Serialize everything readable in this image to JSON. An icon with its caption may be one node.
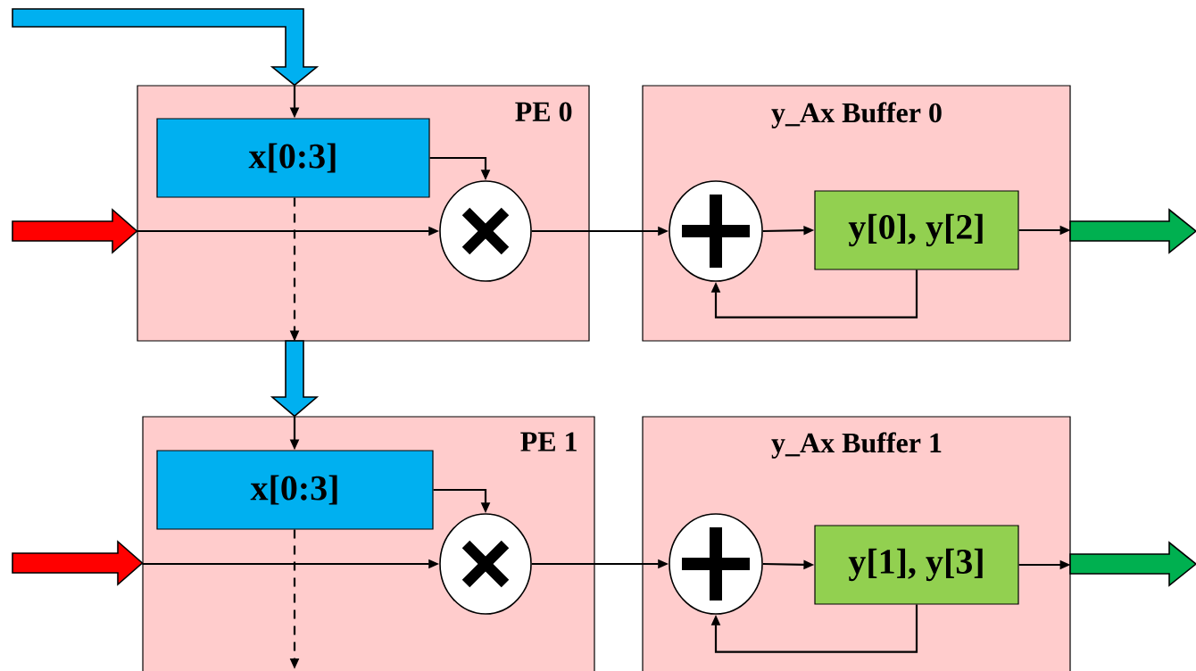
{
  "diagram": {
    "nodes": [
      {
        "text": [
          "PE 0"
        ]
      },
      {
        "text": [
          "x[0:3]"
        ],
        "in": 0
      },
      {
        "text": [],
        "shape": "circle",
        "in": 0
      },
      {
        "text": [
          "y_Ax Buffer 0"
        ]
      },
      {
        "text": [],
        "shape": "circle",
        "in": 3
      },
      {
        "text": [
          "y[0], y[2]"
        ],
        "in": 3
      },
      {
        "text": [
          "PE 1"
        ]
      },
      {
        "text": [
          "x[0:3]"
        ],
        "in": 6
      },
      {
        "text": [],
        "shape": "circle",
        "in": 6
      },
      {
        "text": [
          "y_Ax Buffer 1"
        ]
      },
      {
        "text": [],
        "shape": "circle",
        "in": 9
      },
      {
        "text": [
          "y[1], y[3]"
        ],
        "in": 9
      }
    ],
    "edges": [
      {
        "from": null,
        "to": 0,
        "arrow": "to",
        "style": "thick",
        "color": "#00b0f0"
      },
      {
        "from": 0,
        "to": 1,
        "arrow": "to"
      },
      {
        "from": 1,
        "to": 2,
        "arrow": "to"
      },
      {
        "from": null,
        "to": 0,
        "arrow": "to",
        "style": "thick",
        "color": "#ff0000"
      },
      {
        "from": 0,
        "to": 2,
        "arrow": "to"
      },
      {
        "from": 2,
        "to": 4,
        "arrow": "to"
      },
      {
        "from": 4,
        "to": 5,
        "arrow": "to"
      },
      {
        "from": 5,
        "to": 4,
        "arrow": "to"
      },
      {
        "from": 5,
        "to": 3,
        "arrow": "to"
      },
      {
        "from": 3,
        "to": null,
        "arrow": "to",
        "style": "thick",
        "color": "#00b050"
      },
      {
        "from": 1,
        "to": 0,
        "arrow": "to",
        "style": "dashed"
      },
      {
        "from": 0,
        "to": 6,
        "arrow": "to",
        "style": "thick",
        "color": "#00b0f0"
      },
      {
        "from": 6,
        "to": 7,
        "arrow": "to"
      },
      {
        "from": 7,
        "to": 8,
        "arrow": "to"
      },
      {
        "from": null,
        "to": 6,
        "arrow": "to",
        "style": "thick",
        "color": "#ff0000"
      },
      {
        "from": 6,
        "to": 8,
        "arrow": "to"
      },
      {
        "from": 8,
        "to": 10,
        "arrow": "to"
      },
      {
        "from": 10,
        "to": 11,
        "arrow": "to"
      },
      {
        "from": 11,
        "to": 10,
        "arrow": "to"
      },
      {
        "from": 11,
        "to": 9,
        "arrow": "to"
      },
      {
        "from": 9,
        "to": null,
        "arrow": "to",
        "style": "thick",
        "color": "#00b050"
      },
      {
        "from": 7,
        "to": null,
        "arrow": "to",
        "style": "dashed"
      }
    ]
  }
}
